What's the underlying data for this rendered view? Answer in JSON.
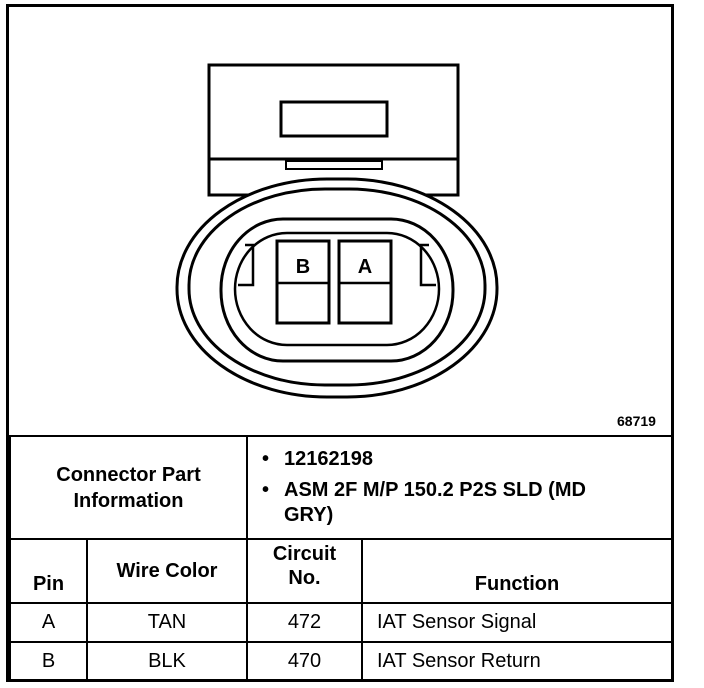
{
  "figure_number": "68719",
  "connector": {
    "cavity_labels": [
      "B",
      "A"
    ]
  },
  "part_info": {
    "label_line1": "Connector Part",
    "label_line2": "Information",
    "items": [
      "12162198",
      "ASM 2F M/P 150.2 P2S SLD (MD GRY)"
    ],
    "bullet": "•"
  },
  "table": {
    "headers": {
      "pin": "Pin",
      "wire_color": "Wire Color",
      "circuit_line1": "Circuit",
      "circuit_line2": "No.",
      "function": "Function"
    },
    "rows": [
      {
        "pin": "A",
        "wire_color": "TAN",
        "circuit": "472",
        "function": "IAT Sensor Signal"
      },
      {
        "pin": "B",
        "wire_color": "BLK",
        "circuit": "470",
        "function": "IAT Sensor Return"
      }
    ]
  }
}
